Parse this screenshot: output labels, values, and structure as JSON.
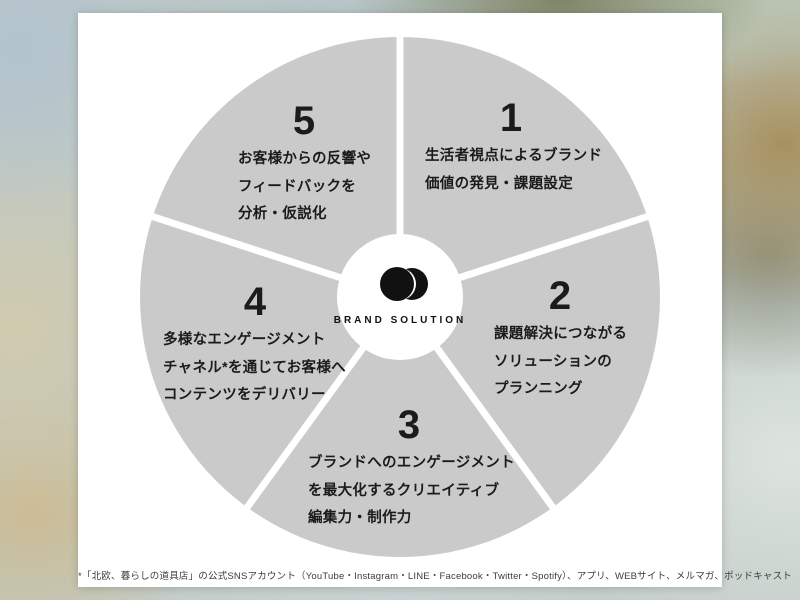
{
  "colors": {
    "wedge": "#cacaca",
    "text": "#1b1b1b",
    "card": "#ffffff",
    "logo": "#111111"
  },
  "center": {
    "brand_label": "BRAND SOLUTION"
  },
  "segments": [
    {
      "number": "1",
      "lines": [
        "生活者視点によるブランド",
        "価値の発見・課題設定"
      ]
    },
    {
      "number": "2",
      "lines": [
        "課題解決につながる",
        "ソリューションの",
        "プランニング"
      ]
    },
    {
      "number": "3",
      "lines": [
        "ブランドへのエンゲージメント",
        "を最大化するクリエイティブ",
        "編集力・制作力"
      ]
    },
    {
      "number": "4",
      "lines": [
        "多様なエンゲージメント",
        "チャネル*を通じてお客様へ",
        "コンテンツをデリバリー"
      ]
    },
    {
      "number": "5",
      "lines": [
        "お客様からの反響や",
        "フィードバックを",
        "分析・仮説化"
      ]
    }
  ],
  "footnote": "*「北欧、暮らしの道具店」の公式SNSアカウント（YouTube・Instagram・LINE・Facebook・Twitter・Spotify）、アプリ、WEBサイト、メルマガ、ポッドキャスト"
}
